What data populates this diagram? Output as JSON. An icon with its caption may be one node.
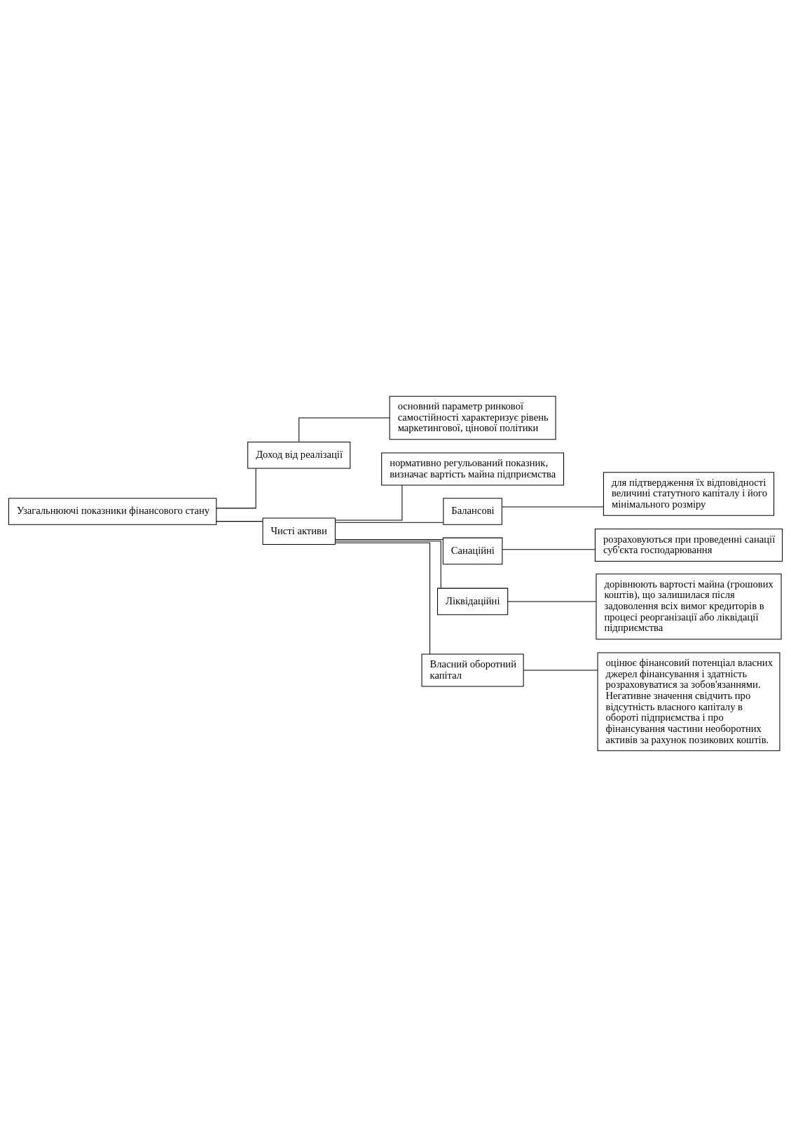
{
  "diagram": {
    "nodes": [
      {
        "text": [
          "Узагальнюючі показники фінансового стану"
        ]
      },
      {
        "text": [
          "Доход від реалізації"
        ]
      },
      {
        "text": [
          "основний параметр ринкової самостійності характеризує рівень маркетингової, цінової політики"
        ]
      },
      {
        "text": [
          "Чисті активи"
        ]
      },
      {
        "text": [
          "нормативно регульований показник, визначає вартість майна підприємства"
        ]
      },
      {
        "text": [
          "Балансові"
        ]
      },
      {
        "text": [
          "для підтвердження їх відповідності величині статутного капіталу і його мінімального розміру"
        ]
      },
      {
        "text": [
          "Санаційні"
        ]
      },
      {
        "text": [
          "розраховуються при проведенні санації суб'єкта господарювання"
        ]
      },
      {
        "text": [
          "Ліквідаційні"
        ]
      },
      {
        "text": [
          "дорівнюють вартості майна (грошових коштів), що залишилася після задоволення всіх вимог кредиторів в процесі реорганізації або ліквідації підприємства"
        ]
      },
      {
        "text": [
          "Власний оборотний капітал"
        ]
      },
      {
        "text": [
          "оцінює фінансовий потенціал власних джерел фінансування і здатність розраховуватися за зобов'язаннями. Негативне значення свідчить про відсутність власного капіталу в обороті підприємства і про фінансування частини необоротних активів за рахунок позикових коштів."
        ]
      }
    ],
    "edges": [
      {
        "from": 0,
        "to": 1,
        "arrow": "none"
      },
      {
        "from": 0,
        "to": 3,
        "arrow": "none"
      },
      {
        "from": 1,
        "to": 2,
        "arrow": "none"
      },
      {
        "from": 3,
        "to": 4,
        "arrow": "none"
      },
      {
        "from": 3,
        "to": 5,
        "arrow": "none"
      },
      {
        "from": 3,
        "to": 7,
        "arrow": "none"
      },
      {
        "from": 3,
        "to": 9,
        "arrow": "none"
      },
      {
        "from": 3,
        "to": 11,
        "arrow": "none"
      },
      {
        "from": 5,
        "to": 6,
        "arrow": "none"
      },
      {
        "from": 7,
        "to": 8,
        "arrow": "none"
      },
      {
        "from": 9,
        "to": 10,
        "arrow": "none"
      },
      {
        "from": 11,
        "to": 12,
        "arrow": "none"
      }
    ]
  }
}
